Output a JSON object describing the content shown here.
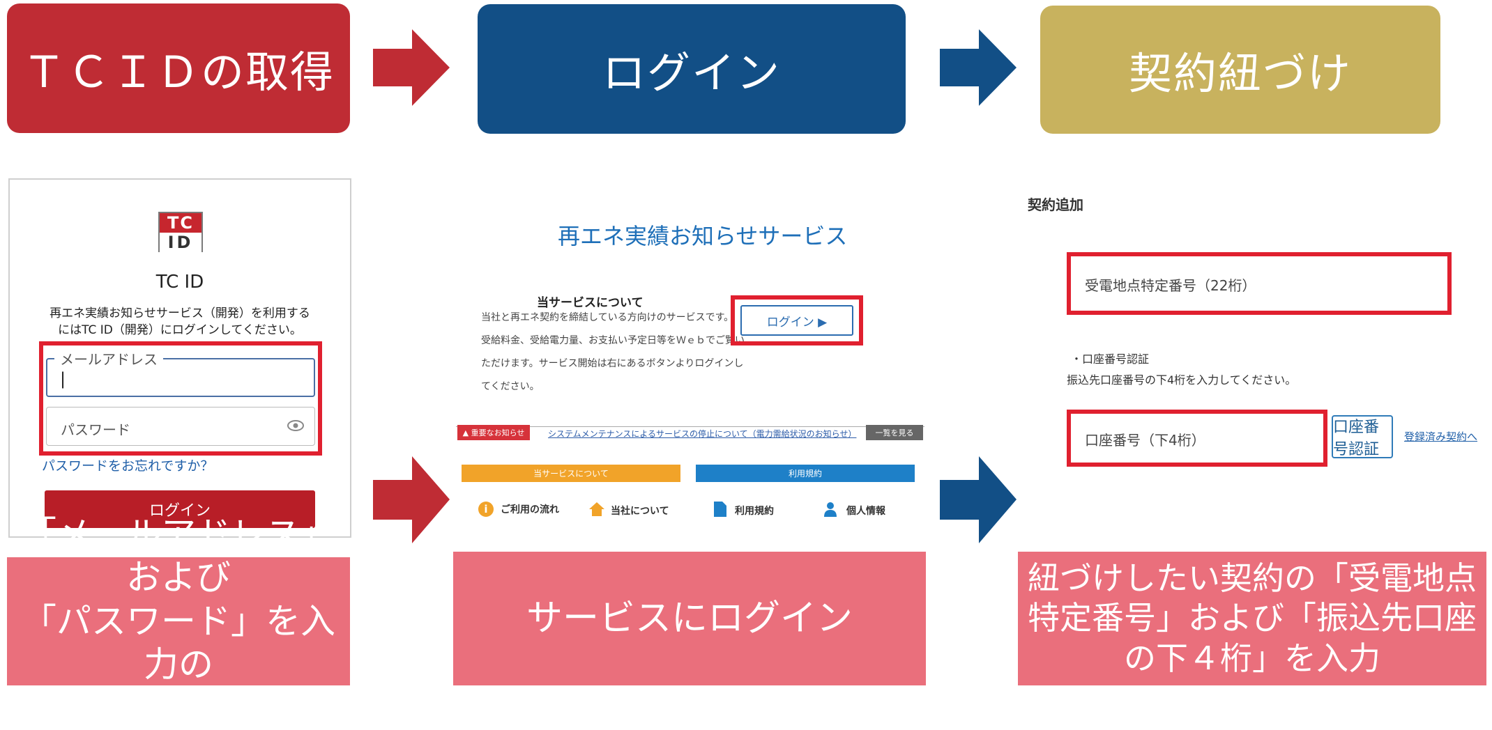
{
  "steps": {
    "step1": "ＴＣＩＤの取得",
    "step2": "ログイン",
    "step3": "契約紐づけ"
  },
  "captions": {
    "c1": "「メールアドレス」および\n「パスワード」を入力の\n上、ＴＣＩＤを取得",
    "c2": "サービスにログイン",
    "c3": "紐づけしたい契約の「受電地点\n特定番号」および「振込先口座\nの下４桁」を入力"
  },
  "panel1": {
    "logo_top": "TC",
    "logo_bottom": "ID",
    "title": "TC ID",
    "description": "再エネ実績お知らせサービス（開発）を利用する\nにはTC ID（開発）にログインしてください。",
    "email_label": "メールアドレス",
    "email_value": "|",
    "password_placeholder": "パスワード",
    "forgot_link": "パスワードをお忘れですか？",
    "login_button": "ログイン"
  },
  "panel2": {
    "service_title": "再エネ実績お知らせサービス",
    "about_heading": "当サービスについて",
    "about_lines": [
      "当社と再エネ契約を締結している方向けのサービスです。",
      "受給料金、受給電力量、お支払い予定日等をＷｅｂでご覧い",
      "ただけます。サービス開始は右にあるボタンよりログインし",
      "てください。"
    ],
    "login_button": "ログイン ▶",
    "notice_badge": "▲ 重要なお知らせ",
    "notice_link": "システムメンテナンスによるサービスの停止について（電力需給状況のお知らせ）",
    "list_button": "一覧を見る",
    "tab_about": "当サービスについて",
    "tab_terms": "利用規約",
    "nav_flow": "ご利用の流れ",
    "nav_company": "当社について",
    "nav_terms": "利用規約",
    "nav_privacy": "個人情報"
  },
  "panel3": {
    "heading": "契約追加",
    "point_number_field": "受電地点特定番号（22桁）",
    "account_section": "・口座番号認証",
    "account_instruction": "振込先口座番号の下4桁を入力してください。",
    "account_field": "口座番号（下4桁）",
    "verify_button": "口座番号認証",
    "registered_link": "登録済み契約へ"
  },
  "colors": {
    "step_red": "#bf2c34",
    "step_blue": "#124f86",
    "step_gold": "#c8b25e",
    "caption_pink": "#ea6f7c",
    "highlight_red": "#e0202f"
  }
}
